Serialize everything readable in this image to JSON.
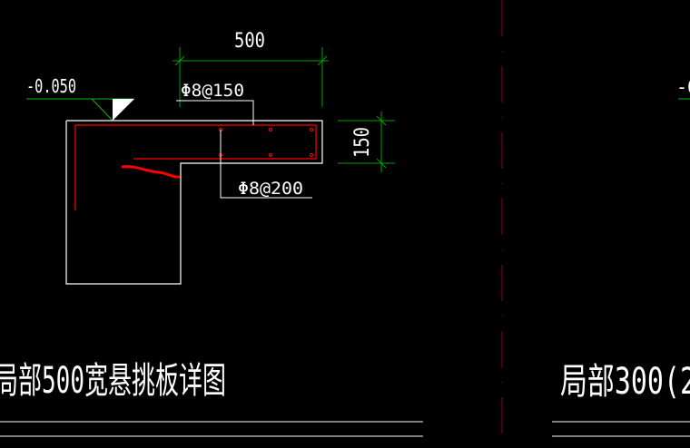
{
  "drawing": {
    "elevation": "-0.050",
    "width_dim": "500",
    "thickness_dim": "150",
    "top_rebar": "Φ8@150",
    "bottom_rebar": "Φ8@200",
    "title_left": "局部500宽悬挑板详图",
    "title_right": "局部300(2",
    "elevation_right": "-0"
  },
  "colors": {
    "outline": "#ffffff",
    "rebar": "#ff0000",
    "dimension": "#00a000",
    "background": "#000000",
    "divider": "#8b0020"
  }
}
